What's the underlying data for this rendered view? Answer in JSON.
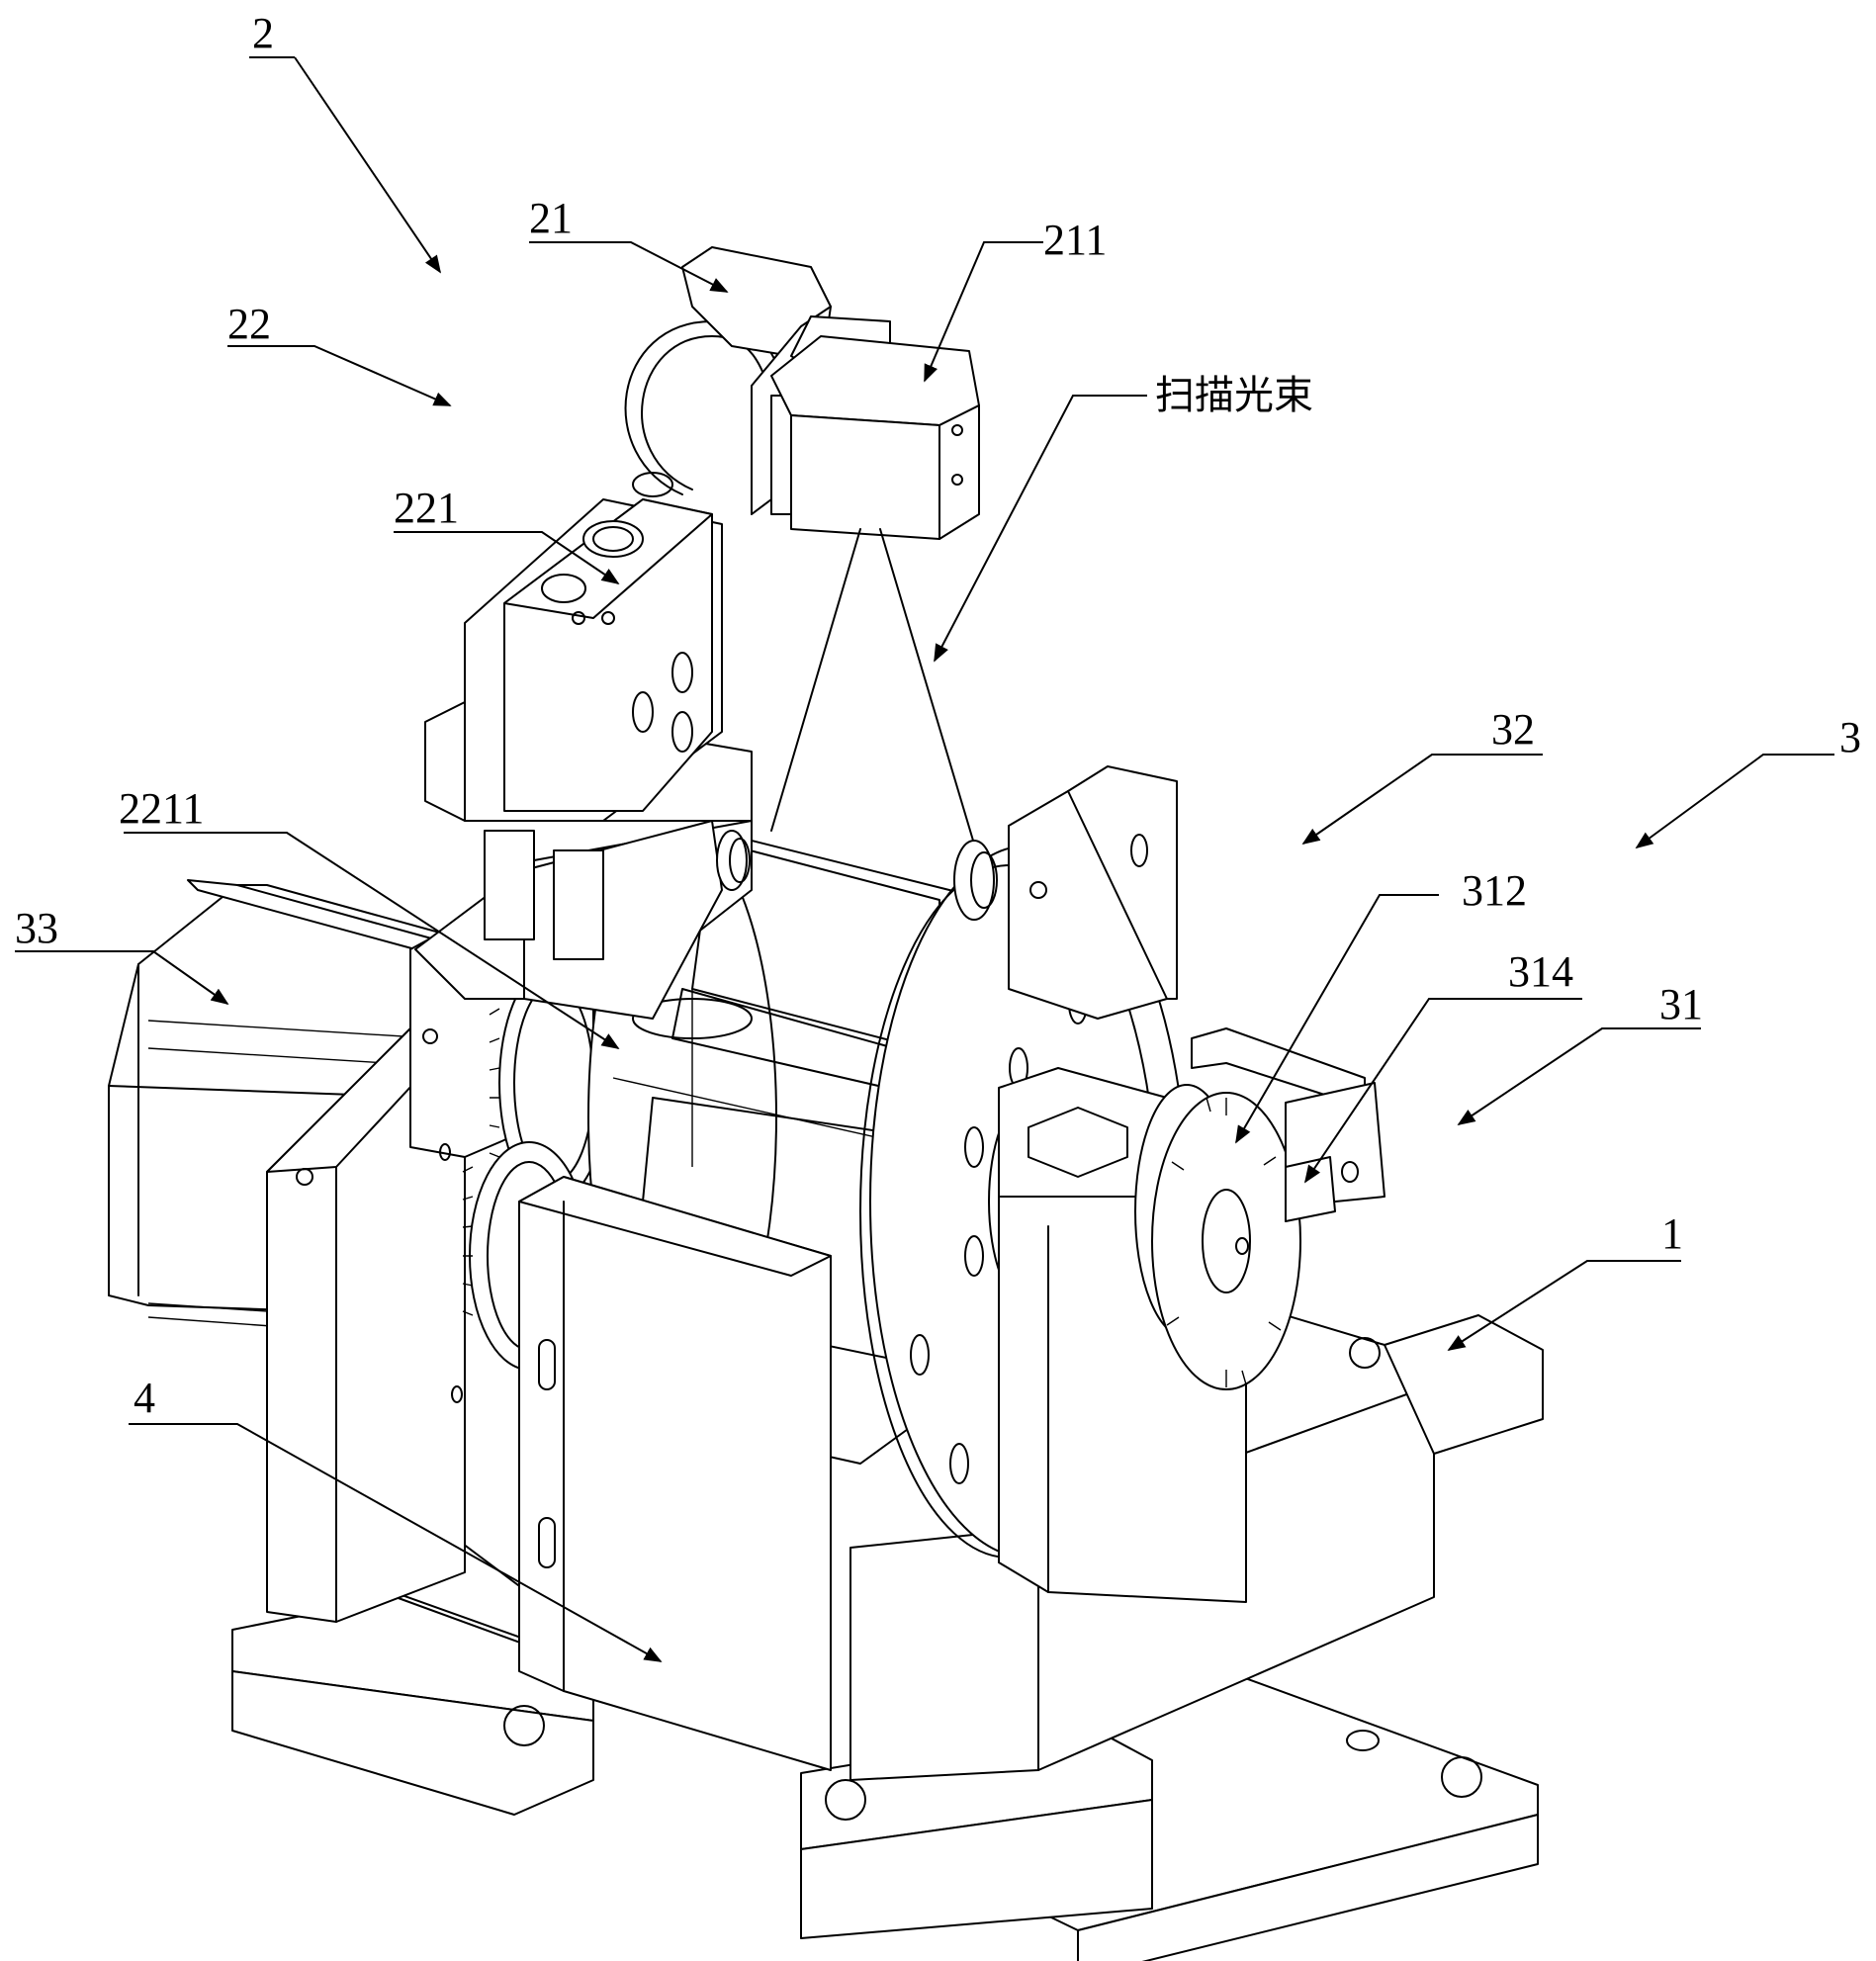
{
  "labels": {
    "l2": "2",
    "l21": "21",
    "l211": "211",
    "l22": "22",
    "l221": "221",
    "l2211": "2211",
    "l33": "33",
    "l32": "32",
    "l3": "3",
    "l312": "312",
    "l314": "314",
    "l31": "31",
    "l1": "1",
    "l4": "4",
    "scan_beam": "扫描光束"
  },
  "colors": {
    "line": "#000000",
    "background": "#ffffff"
  }
}
